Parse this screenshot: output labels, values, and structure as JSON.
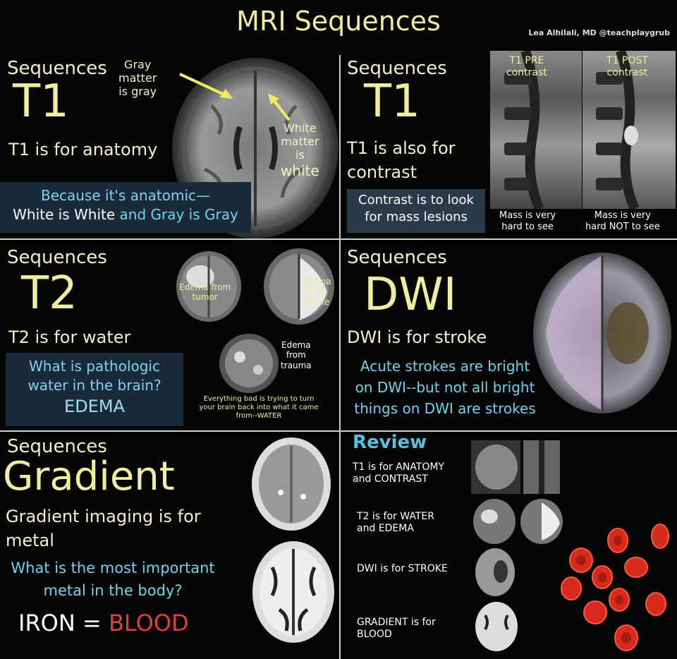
{
  "title": "MRI Sequences",
  "credit": "Lea Alhilali, MD @teachplaygrub",
  "panel_t1_anatomy": {
    "seq_label": "Sequences",
    "big": "T1",
    "headline": "T1 is for anatomy",
    "arrow_gray": [
      "Gray",
      "matter",
      "is gray"
    ],
    "arrow_white": [
      "White",
      "matter",
      "is",
      "white"
    ],
    "box_line1": "Because it's anatomic—",
    "box_line2_a": "White is White",
    "box_line2_b": " and Gray is Gray"
  },
  "panel_t1_contrast": {
    "seq_label": "Sequences",
    "big": "T1",
    "headline_1": "T1 is also for",
    "headline_2": "contrast",
    "box_line1": "Contrast is to look",
    "box_line2": "for mass lesions",
    "img_label_pre": [
      "T1 PRE",
      "contrast"
    ],
    "img_label_post": [
      "T1 POST",
      "contrast"
    ],
    "caption_pre": [
      "Mass is very",
      "hard to see"
    ],
    "caption_post": [
      "Mass is very",
      "hard NOT to see"
    ]
  },
  "panel_t2": {
    "seq_label": "Sequences",
    "big": "T2",
    "headline": "T2 is for water",
    "box_line1": "What is pathologic",
    "box_line2": "water in the brain?",
    "box_line3": "EDEMA",
    "label_tumor": [
      "Edema from",
      "tumor"
    ],
    "label_stroke": [
      "Edema",
      "from",
      "stroke"
    ],
    "label_trauma": [
      "Edema",
      "from",
      "trauma"
    ],
    "caption": [
      "Everything bad is trying to turn",
      "your brain back into what it came",
      "from--WATER"
    ]
  },
  "panel_dwi": {
    "seq_label": "Sequences",
    "big": "DWI",
    "headline": "DWI is for stroke",
    "line1": "Acute strokes are bright",
    "line2": "on DWI--but not all bright",
    "line3": "things on DWI are strokes"
  },
  "panel_gradient": {
    "seq_label": "Sequences",
    "big": "Gradient",
    "headline_1": "Gradient imaging is for",
    "headline_2": "metal",
    "q1": "What is the most important",
    "q2": "metal in the body?",
    "answer_a": "IRON = ",
    "answer_b": "BLOOD"
  },
  "panel_review": {
    "title": "Review",
    "item1": [
      "T1 is for ANATOMY",
      "and CONTRAST"
    ],
    "item2": [
      "T2 is for WATER",
      "and EDEMA"
    ],
    "item3": [
      "DWI is for STROKE"
    ],
    "item4": [
      "GRADIENT is for",
      "BLOOD"
    ]
  },
  "colors": {
    "title": "#f1ec9e",
    "accent_cyan": "#6fd3ee",
    "accent_red": "#e0413b",
    "box_bg": "#1b2a3a"
  }
}
